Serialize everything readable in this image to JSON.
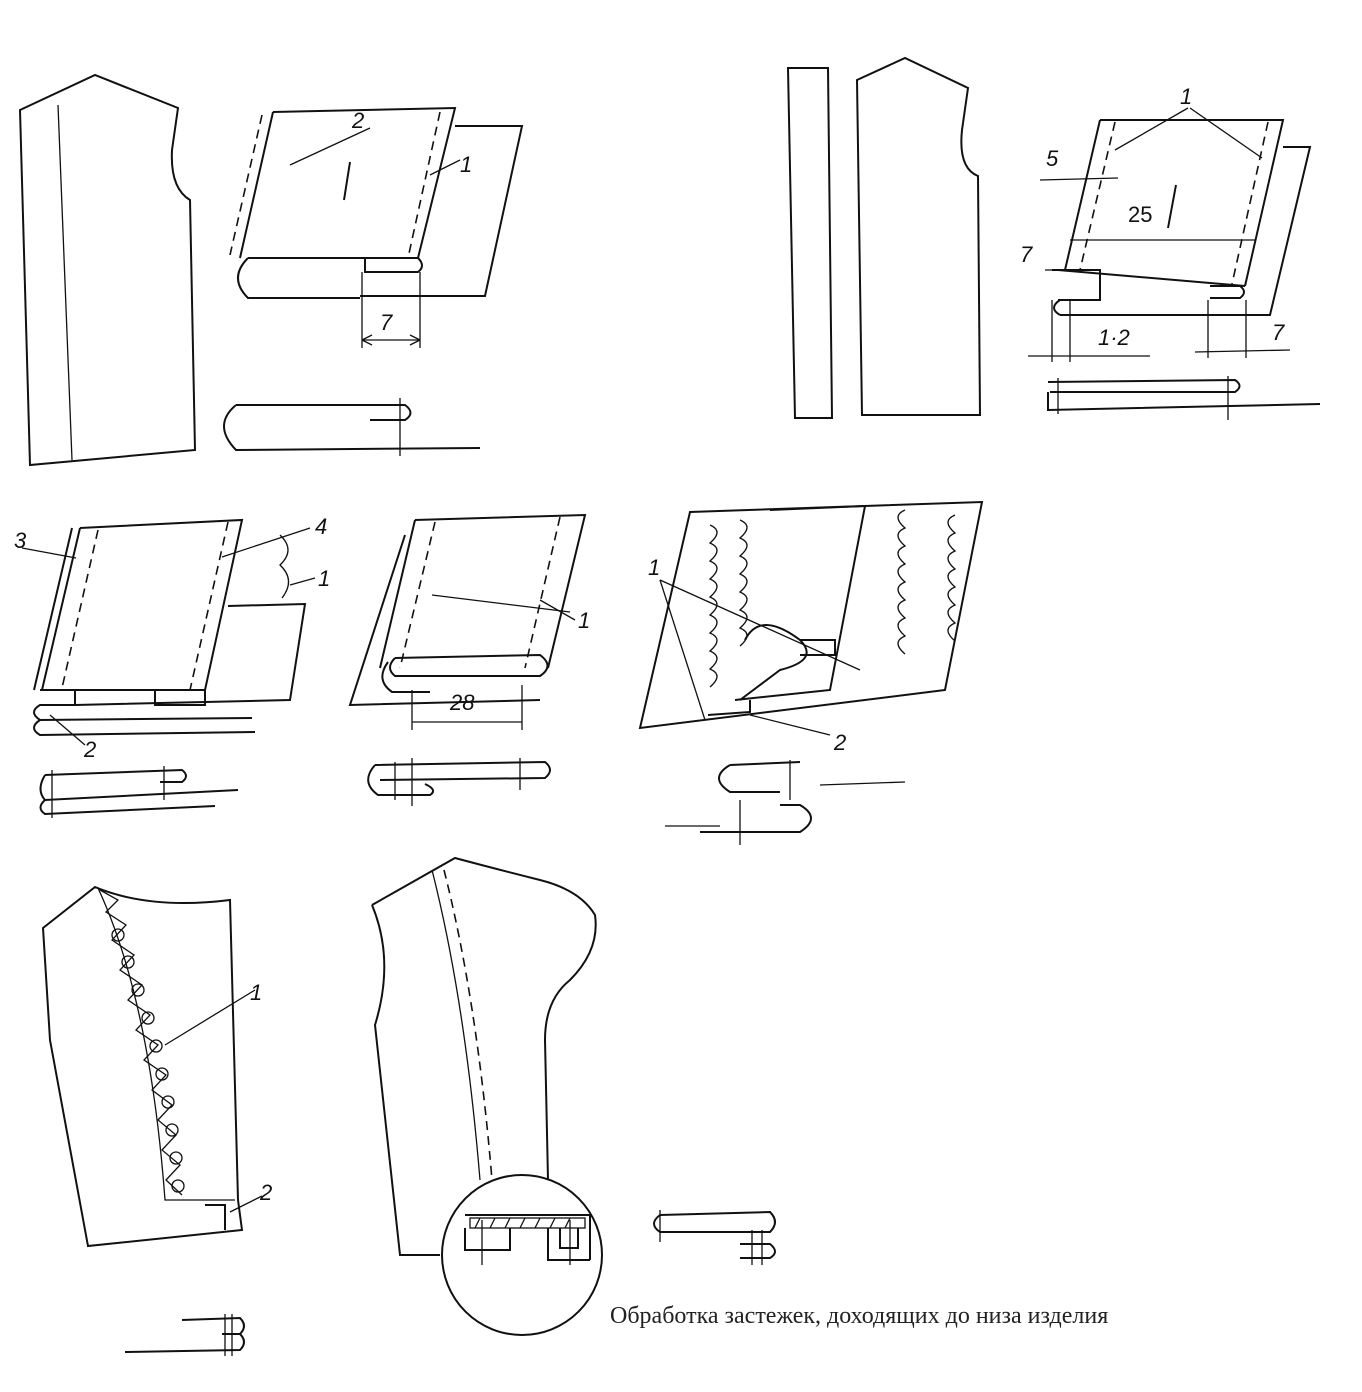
{
  "caption": "Обработка застежек, доходящих до низа изделия",
  "labels": {
    "fig1": {
      "n2": "2",
      "n1": "1",
      "roman": "I",
      "dim7": "7"
    },
    "fig2": {
      "n1": "1",
      "dim5": "5",
      "dim25": "25",
      "roman": "I",
      "dim7a": "7",
      "dim12": "1·2",
      "dim7b": "7"
    },
    "fig3": {
      "n3": "3",
      "n4": "4",
      "n1": "1",
      "n2": "2"
    },
    "fig4": {
      "n1": "1",
      "dim28": "28"
    },
    "fig5": {
      "n1": "1",
      "n2": "2"
    },
    "fig6": {
      "n1": "1",
      "n2": "2"
    }
  },
  "colors": {
    "ink": "#111111",
    "paper": "#ffffff",
    "caption": "#222222"
  }
}
